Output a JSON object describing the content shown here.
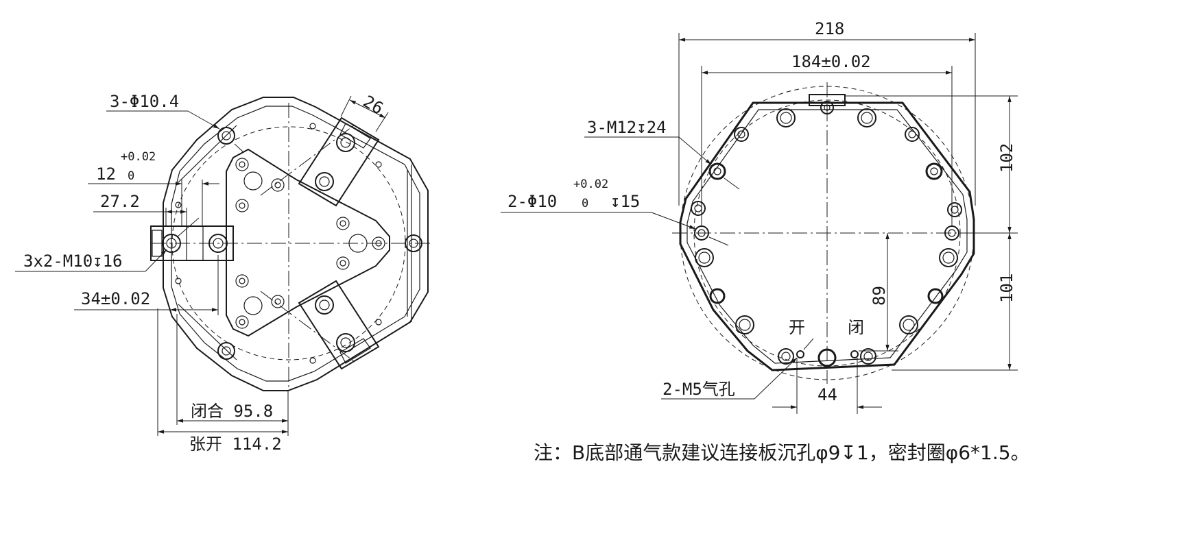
{
  "left_view": {
    "hole_label": "3-Φ10.4",
    "dim_12": "12",
    "tol_12_upper": "+0.02",
    "tol_12_lower": "0",
    "dim_27": "27.2",
    "dim_thread": "3x2-M10↧16",
    "dim_34": "34±0.02",
    "dim_26": "26",
    "dim_closed": "闭合 95.8",
    "dim_open": "张开 114.2"
  },
  "right_view": {
    "dim_218": "218",
    "dim_184": "184±0.02",
    "dim_thread": "3-M12↧24",
    "dim_pin": "2-Φ10",
    "tol_pin_upper": "+0.02",
    "tol_pin_lower": "0",
    "tol_pin_depth": "↧15",
    "dim_102": "102",
    "dim_101": "101",
    "dim_89": "89",
    "label_open": "开",
    "label_close": "闭",
    "dim_air": "2-M5气孔",
    "dim_44": "44"
  },
  "note": "注：B底部通气款建议连接板沉孔φ9↧1，密封圈φ6*1.5。",
  "colors": {
    "line": "#1a1a1a",
    "background": "#ffffff"
  }
}
